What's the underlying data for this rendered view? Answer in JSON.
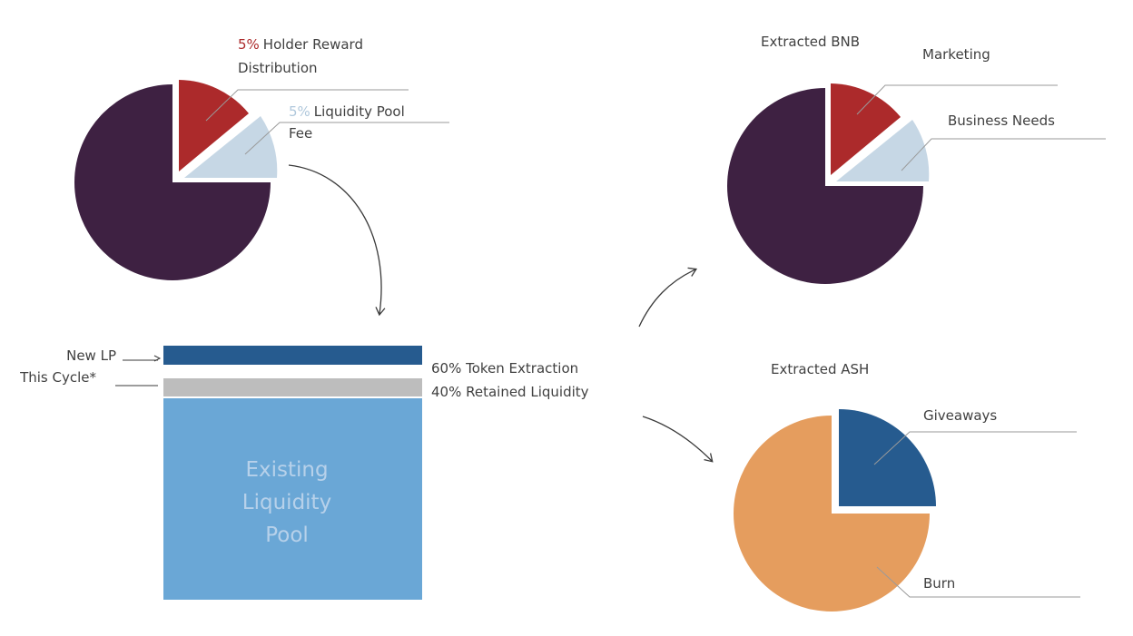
{
  "top_fee": {
    "reward_pct": "5%",
    "reward_label_1": "Holder Reward",
    "reward_label_2": "Distribution",
    "lp_pct": "5%",
    "lp_label_1": "Liquidity Pool",
    "lp_label_2": "Fee"
  },
  "lp_block": {
    "new_lp_1": "New LP",
    "new_lp_2": "This Cycle*",
    "token_extraction": "60% Token Extraction",
    "retained_liquidity": "40% Retained Liquidity",
    "pool_line_1": "Existing",
    "pool_line_2": "Liquidity",
    "pool_line_3": "Pool"
  },
  "bnb": {
    "title": "Extracted BNB",
    "marketing": "Marketing",
    "business_needs": "Business Needs"
  },
  "ash": {
    "title": "Extracted ASH",
    "giveaways": "Giveaways",
    "burn": "Burn"
  },
  "colors": {
    "dark_purple": "#3e2142",
    "red": "#ac2a2b",
    "light_blue": "#c6d7e5",
    "navy": "#265b8f",
    "pool_blue": "#6aa7d6",
    "gray": "#bdbdbd",
    "orange": "#e59d5e",
    "leader": "#9a9a9a"
  }
}
